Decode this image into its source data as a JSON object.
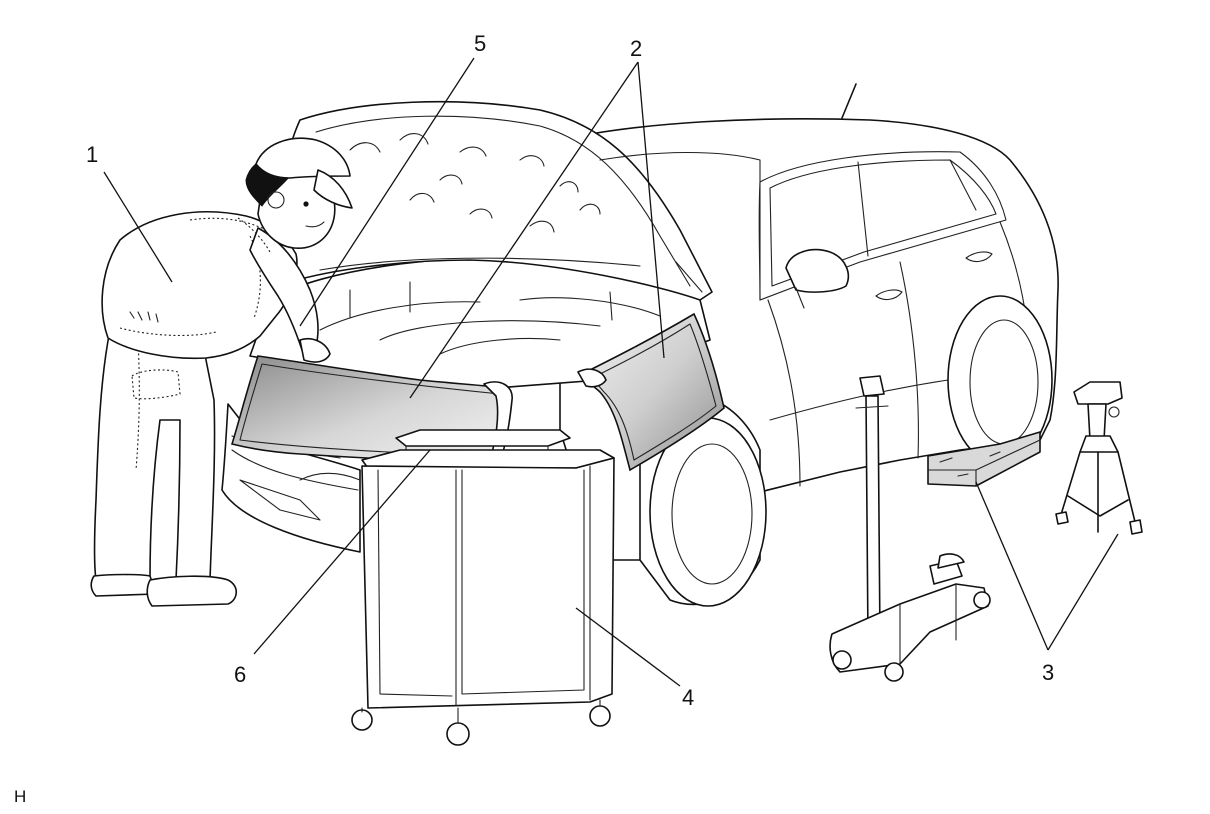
{
  "callouts": [
    {
      "id": "1",
      "label": "1"
    },
    {
      "id": "2",
      "label": "2"
    },
    {
      "id": "3",
      "label": "3"
    },
    {
      "id": "4",
      "label": "4"
    },
    {
      "id": "5",
      "label": "5"
    },
    {
      "id": "6",
      "label": "6"
    }
  ],
  "corner_code": "H",
  "colors": {
    "line": "#111111",
    "cover_dark": "#8a8a8a",
    "cover_light": "#f4f4f4",
    "wood": "#d9d9d9"
  },
  "icons": [
    "mechanic-figure",
    "car-outline",
    "fender-cover",
    "grille-cover",
    "parts-cart",
    "floor-jack",
    "jack-stand",
    "wheel-chock"
  ]
}
